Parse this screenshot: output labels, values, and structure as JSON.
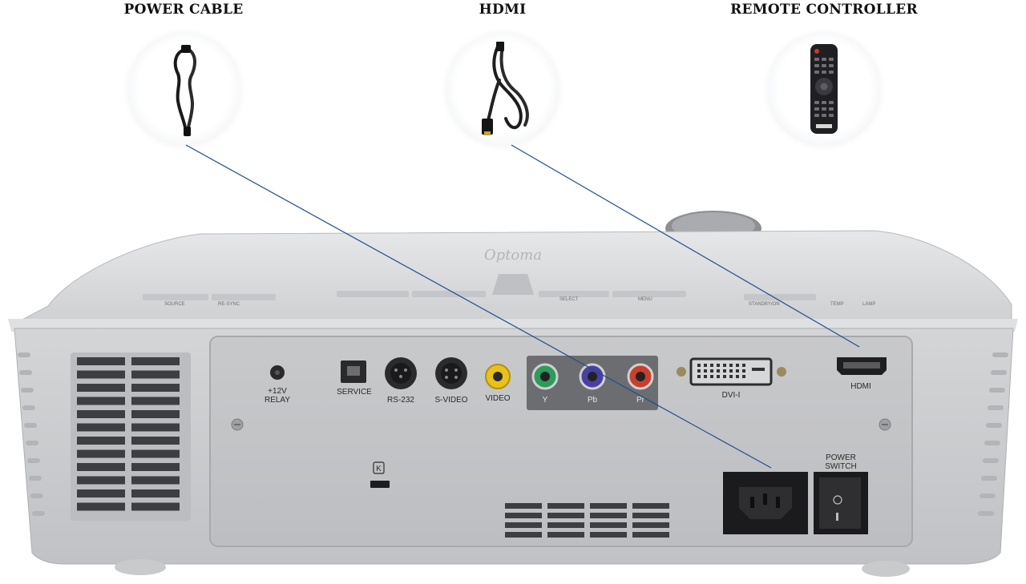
{
  "captions": {
    "power_cable": "POWER CABLE",
    "hdmi": "HDMI",
    "remote_controller": "REMOTE CONTROLLER"
  },
  "projector": {
    "brand_logo": "Optoma",
    "top_buttons": [
      "SOURCE",
      "RE-SYNC",
      "SELECT",
      "MENU",
      "STANDBY/ON",
      "TEMP",
      "LAMP"
    ],
    "ports": {
      "relay": "+12V\nRELAY",
      "relay_line1": "+12V",
      "relay_line2": "RELAY",
      "service": "SERVICE",
      "rs232": "RS-232",
      "svideo": "S-VIDEO",
      "video": "VIDEO",
      "y": "Y",
      "pb": "Pb",
      "pr": "Pr",
      "dvi": "DVI-I",
      "hdmi": "HDMI",
      "power_switch_line1": "POWER",
      "power_switch_line2": "SWITCH"
    },
    "kensington": "K"
  },
  "colors": {
    "body": "#d7d8da",
    "body_shadow": "#bfc0c3",
    "panel": "#c9cacc",
    "video_yellow": "#e8c21a",
    "y_green": "#2e9b5a",
    "pb_blue": "#4a3fa3",
    "pr_red": "#c8402c",
    "leader_line": "#1f4e8c"
  },
  "icons": [
    "power-cable-icon",
    "hdmi-cable-icon",
    "remote-control-icon"
  ]
}
